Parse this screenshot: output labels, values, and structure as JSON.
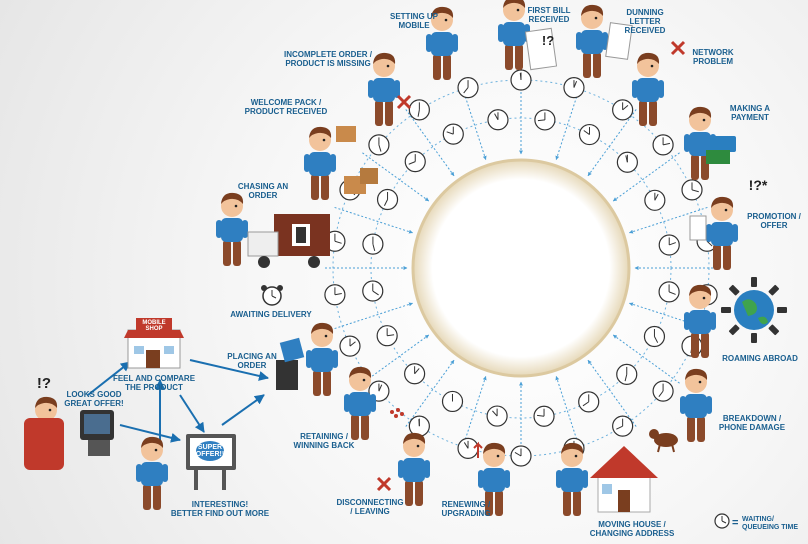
{
  "labels": {
    "setting_up_mobile": "SETTING UP\nMOBILE",
    "first_bill": "FIRST BILL\nRECEIVED",
    "dunning_letter": "DUNNING\nLETTER\nRECEIVED",
    "network_problem": "NETWORK\nPROBLEM",
    "making_payment": "MAKING A\nPAYMENT",
    "promotion_offer": "PROMOTION /\nOFFER",
    "roaming_abroad": "ROAMING ABROAD",
    "breakdown": "BREAKDOWN /\nPHONE DAMAGE",
    "moving_house": "MOVING HOUSE /\nCHANGING ADDRESS",
    "renewing": "RENEWING /\nUPGRADING",
    "disconnecting": "DISCONNECTING\n/ LEAVING",
    "retaining": "RETAINING /\nWINNING BACK",
    "placing_order": "PLACING AN\nORDER",
    "awaiting_delivery": "AWAITING DELIVERY",
    "chasing_order": "CHASING AN\nORDER",
    "welcome_pack": "WELCOME PACK /\nPRODUCT RECEIVED",
    "incomplete_order": "INCOMPLETE ORDER /\nPRODUCT IS MISSING",
    "looks_good": "LOOKS GOOD\nGREAT OFFER!",
    "feel_compare": "FEEL AND COMPARE\nTHE PRODUCT",
    "interesting": "INTERESTING!\nBETTER FIND OUT MORE",
    "mobile_shop_sign": "MOBILE\nSHOP",
    "super_offer_sign": "SUPER\nOFFER!!",
    "exclaim": "!?",
    "exclaim_star": "!?*"
  },
  "legend": {
    "symbol": "=",
    "text": "WAITING/\nQUEUEING TIME"
  },
  "colors": {
    "label": "#1a5f8f",
    "shirt": "#2f7fc1",
    "pants": "#8b4a2b",
    "hair": "#7a3e1f",
    "skin": "#f2c39b",
    "dash": "#4a9fd6",
    "house_roof": "#c0392b",
    "globe": "#2a7fc0"
  }
}
